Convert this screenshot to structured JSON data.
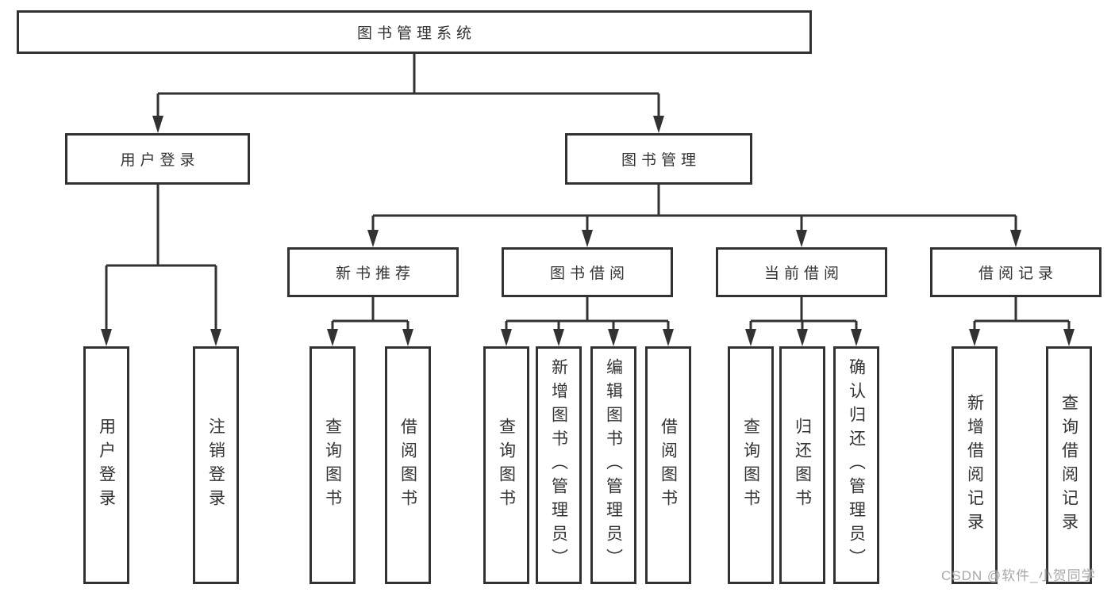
{
  "diagram_title": "图书管理系统",
  "tree": {
    "root": {
      "label": "图书管理系统"
    },
    "level1": [
      {
        "label": "用户登录"
      },
      {
        "label": "图书管理"
      }
    ],
    "level2": [
      {
        "label": "新书推荐",
        "parent": "图书管理"
      },
      {
        "label": "图书借阅",
        "parent": "图书管理"
      },
      {
        "label": "当前借阅",
        "parent": "图书管理"
      },
      {
        "label": "借阅记录",
        "parent": "图书管理"
      }
    ],
    "level3": [
      {
        "label": "用户登录",
        "parent": "用户登录"
      },
      {
        "label": "注销登录",
        "parent": "用户登录"
      },
      {
        "label": "查询图书",
        "parent": "新书推荐"
      },
      {
        "label": "借阅图书",
        "parent": "新书推荐"
      },
      {
        "label": "查询图书",
        "parent": "图书借阅"
      },
      {
        "label": "新增图书（管理员）",
        "parent": "图书借阅"
      },
      {
        "label": "编辑图书（管理员）",
        "parent": "图书借阅"
      },
      {
        "label": "借阅图书",
        "parent": "图书借阅"
      },
      {
        "label": "查询图书",
        "parent": "当前借阅"
      },
      {
        "label": "归还图书",
        "parent": "当前借阅"
      },
      {
        "label": "确认归还（管理员）",
        "parent": "当前借阅"
      },
      {
        "label": "新增借阅记录",
        "parent": "借阅记录"
      },
      {
        "label": "查询借阅记录",
        "parent": "借阅记录"
      }
    ]
  },
  "watermark": {
    "text": "CSDN @软件_小贺同学"
  },
  "colors": {
    "background": "#ffffff",
    "box_border": "#323232",
    "line": "#323232",
    "text": "#333333",
    "watermark": "#9e9e9e"
  }
}
